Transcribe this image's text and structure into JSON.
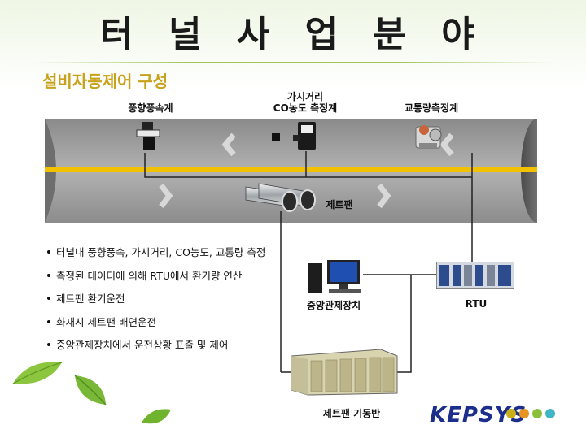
{
  "title": "터 널 사 업 분 야",
  "subtitle": "설비자동제어 구성",
  "sensors": {
    "wind": "풍향풍속계",
    "visibility_line1": "가시거리",
    "visibility_line2": "CO농도 측정계",
    "traffic": "교통량측정계"
  },
  "jetfan": "제트팬",
  "bullets": [
    "터널내 풍향풍속, 가시거리, CO농도, 교통량 측정",
    "측정된 데이터에 의해 RTU에서 환기량 연산",
    "제트팬 환기운전",
    "화재시 제트팬 배연운전",
    "중앙관제장치에서 운전상황 표출 및 제어"
  ],
  "equipment": {
    "central": "중앙관제장치",
    "rtu": "RTU",
    "panel": "제트팬 기동반"
  },
  "brand": {
    "name": "KEPSYS",
    "dots": [
      "#c8b01a",
      "#e89420",
      "#8bbf3a",
      "#3fb6c4"
    ]
  },
  "colors": {
    "subtitle": "#c8a21a",
    "lane": "#f2c200",
    "tunnel": "#9a9a9a"
  }
}
